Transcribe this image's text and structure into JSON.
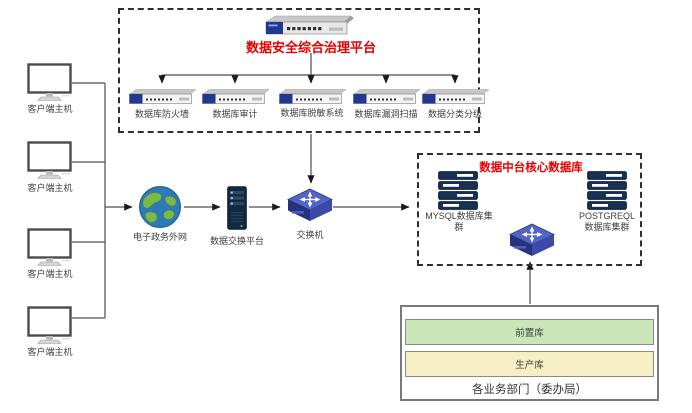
{
  "colors": {
    "accent_red": "#e60000",
    "line": "#4d4d4d",
    "navy_panel": "#20398f",
    "switch_blue": "#3b4aa8",
    "globe_ocean": "#2d7ab8",
    "globe_land": "#7cb944",
    "green_bar": "#c9e7b8",
    "yellow_bar": "#f6efc3",
    "db_stack": "#1a3154"
  },
  "clients": {
    "label": "客户端主机"
  },
  "platform": {
    "title": "数据安全综合治理平台",
    "appliances": [
      "数据库防火墙",
      "数据库审计",
      "数据库脱敏系统",
      "数据库漏洞扫描",
      "数据分类分级"
    ]
  },
  "network": {
    "extranet_label": "电子政务外网",
    "exchange_label": "数据交换平台",
    "switch_label": "交换机"
  },
  "datacenter": {
    "title": "数据中台核心数据库",
    "mysql_label": "MYSQL数据库集群",
    "postgres_label": "POSTGREQL数据库集群"
  },
  "business": {
    "front_db": "前置库",
    "prod_db": "生产库",
    "departments": "各业务部门（委办局）"
  }
}
